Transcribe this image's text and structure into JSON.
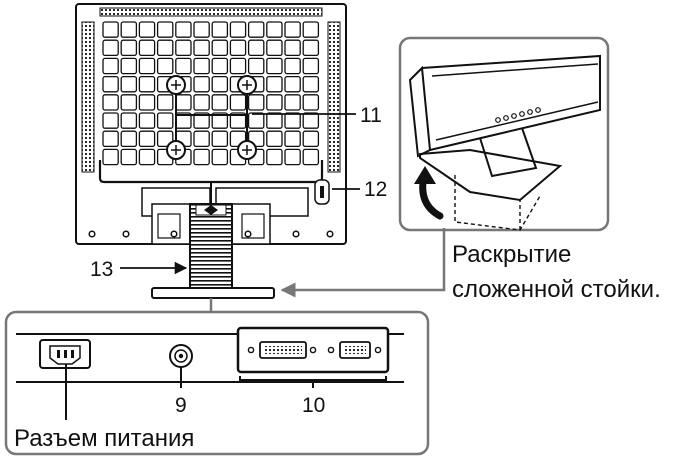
{
  "callouts": {
    "vesa_mount_holes": "11",
    "security_slot": "12",
    "cable_holder": "13",
    "signal_connectors": "10",
    "audio_input": "9"
  },
  "captions": {
    "stand_unfold_line1": "Раскрытие",
    "stand_unfold_line2": "сложенной стойки.",
    "power_connector": "Разъем питания"
  }
}
